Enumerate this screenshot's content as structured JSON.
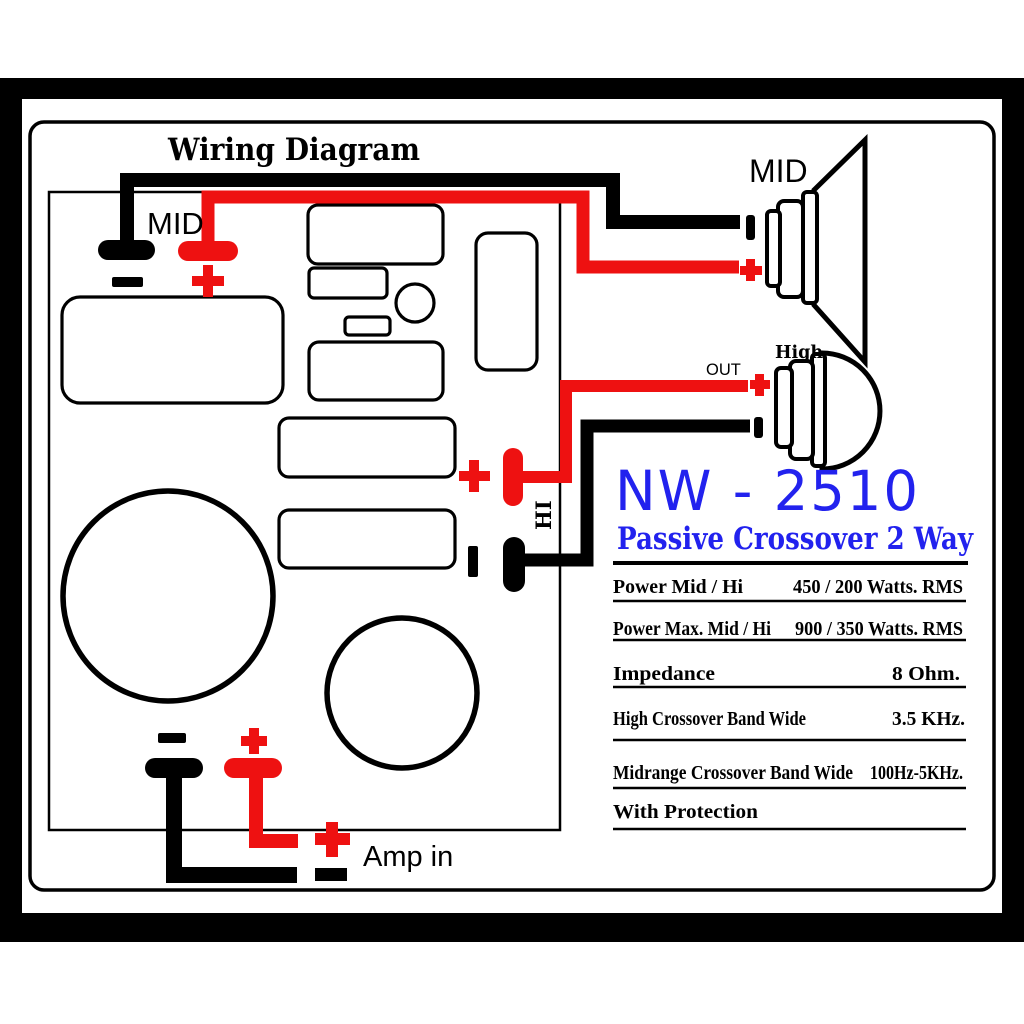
{
  "title": "Wiring Diagram",
  "colors": {
    "red": "#ee1111",
    "blue": "#2222ee",
    "black": "#000000"
  },
  "board": {
    "mid_label": "MID"
  },
  "speakers": {
    "mid_label": "MID",
    "high_label": "High",
    "out_label": "OUT"
  },
  "connectors": {
    "hi_label": "HI",
    "amp_in_label": "Amp in"
  },
  "product": {
    "model": "NW - 2510",
    "subtitle": "Passive Crossover 2 Way"
  },
  "specs": [
    {
      "label": "Power   Mid / Hi",
      "value": "450 / 200  Watts. RMS"
    },
    {
      "label": "Power Max. Mid / Hi",
      "value": "900 / 350  Watts. RMS"
    },
    {
      "label": "Impedance",
      "value": "8    Ohm."
    },
    {
      "label": "High Crossover Band Wide",
      "value": "3.5   KHz."
    },
    {
      "label": "Midrange Crossover Band Wide",
      "value": "100Hz-5KHz."
    },
    {
      "label": "With Protection",
      "value": ""
    }
  ]
}
